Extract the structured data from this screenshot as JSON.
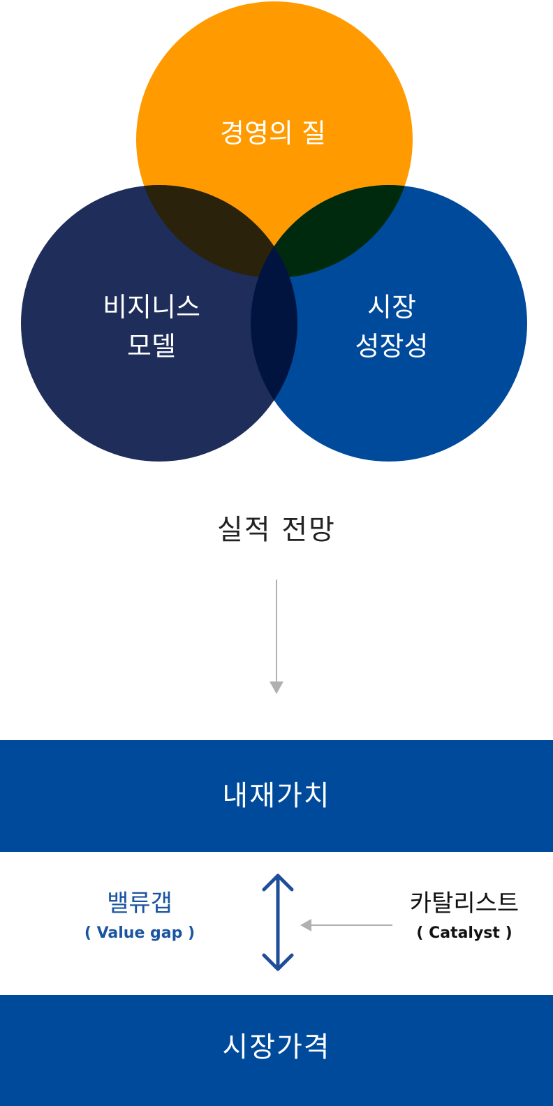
{
  "venn": {
    "top_circle": {
      "label": "경영의 질",
      "color": "#ff9a00"
    },
    "left_circle": {
      "line1": "비지니스",
      "line2": "모델",
      "color": "#1e2d5a"
    },
    "right_circle": {
      "line1": "시장",
      "line2": "성장성",
      "color": "#004a9c"
    },
    "overlap_top_left_color": "#2b220c",
    "overlap_top_right_color": "#002a0e",
    "overlap_left_right_color": "#00143f"
  },
  "outlook": {
    "label": "실적 전망"
  },
  "intrinsic_value": {
    "label": "내재가치",
    "color": "#004a9c"
  },
  "value_gap": {
    "title": "밸류갭",
    "subtitle": "( Value gap )",
    "color": "#1a54a0"
  },
  "catalyst": {
    "title": "카탈리스트",
    "subtitle": "( Catalyst )"
  },
  "market_price": {
    "label": "시장가격",
    "color": "#004a9c"
  },
  "arrow_color": "#1e4d9a",
  "connector_color": "#b0b0b0"
}
